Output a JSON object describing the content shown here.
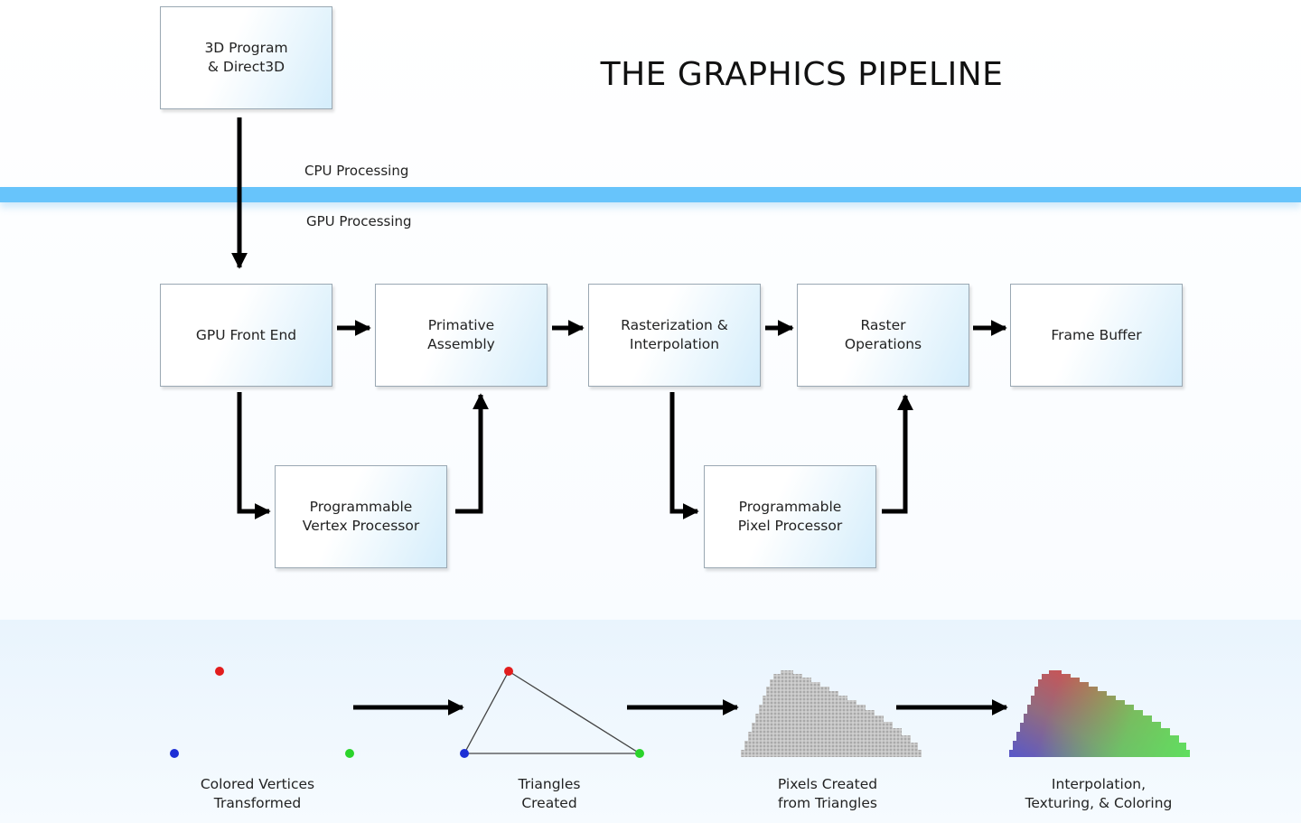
{
  "title": "THE GRAPHICS PIPELINE",
  "separator": {
    "cpu_label": "CPU Processing",
    "gpu_label": "GPU Processing"
  },
  "boxes": {
    "program": "3D Program\n& Direct3D",
    "front_end": "GPU Front End",
    "primitive": "Primative\nAssembly",
    "raster_interp": "Rasterization &\nInterpolation",
    "raster_ops": "Raster\nOperations",
    "frame_buffer": "Frame Buffer",
    "vertex_proc": "Programmable\nVertex Processor",
    "pixel_proc": "Programmable\nPixel Processor"
  },
  "stages": [
    {
      "caption": "Colored Vertices\nTransformed"
    },
    {
      "caption": "Triangles\nCreated"
    },
    {
      "caption": "Pixels Created\nfrom Triangles"
    },
    {
      "caption": "Interpolation,\nTexturing, & Coloring"
    }
  ],
  "colors": {
    "band": "#67c4fb",
    "vertex_red": "#e21d1d",
    "vertex_blue": "#1d2fd6",
    "vertex_green": "#2bd42b"
  }
}
